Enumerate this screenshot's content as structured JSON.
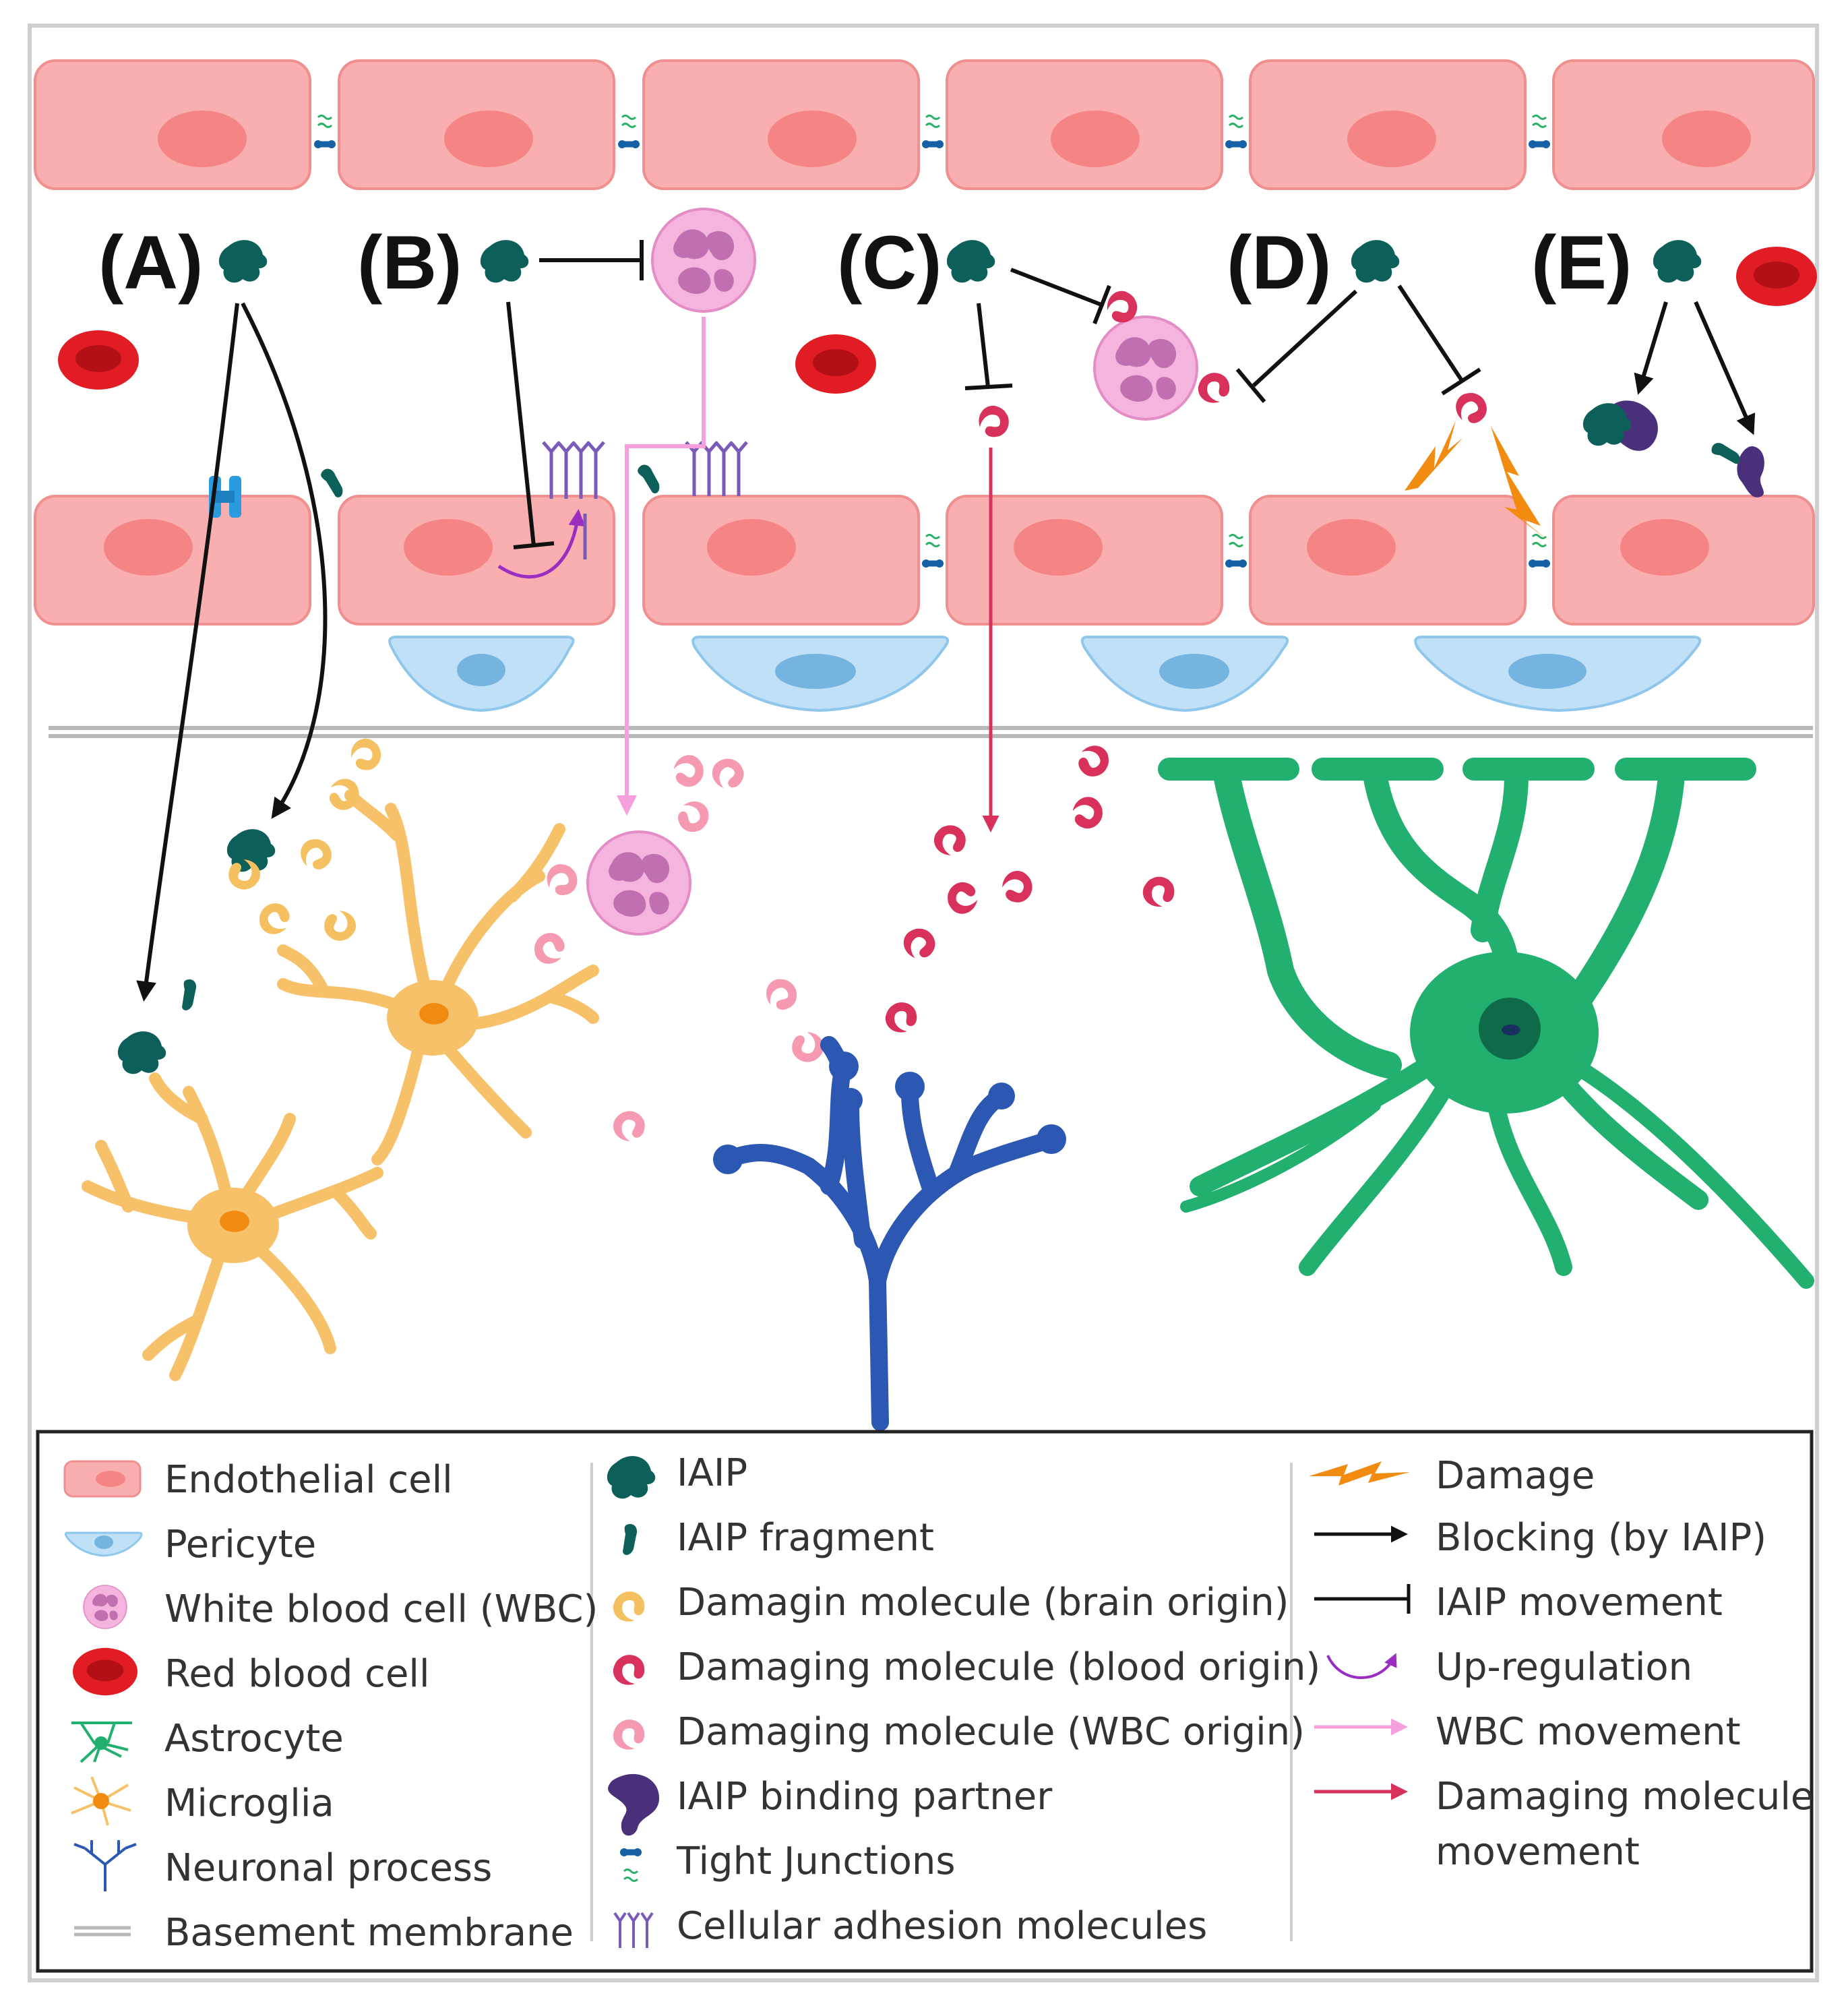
{
  "panels": [
    "(A)",
    "(B)",
    "(C)",
    "(D)",
    "(E)"
  ],
  "legend": {
    "col1": [
      "Endothelial cell",
      "Pericyte",
      "White blood cell (WBC)",
      "Red blood cell",
      "Astrocyte",
      "Microglia",
      "Neuronal process",
      "Basement membrane"
    ],
    "col2": [
      "IAIP",
      "IAIP fragment",
      "Damagin molecule (brain origin)",
      "Damaging molecule (blood origin)",
      "Damaging molecule (WBC origin)",
      "IAIP binding partner",
      "Tight Junctions",
      "Cellular adhesion molecules"
    ],
    "col3": [
      "Damage",
      "Blocking (by IAIP)",
      "IAIP movement",
      "Up-regulation",
      "WBC movement",
      "Damaging molecule",
      "movement"
    ]
  },
  "colors": {
    "endothelial": "#f9afaf",
    "endothelial_nucleus": "#f58585",
    "pericyte": "#bfe0f6",
    "pericyte_nucleus": "#74b4df",
    "wbc": "#f4b4de",
    "wbc_nucleus": "#c070b0",
    "rbc": "#e21c24",
    "iaip": "#0d5f5a",
    "microglia": "#f7c16a",
    "astrocyte": "#22b070",
    "neuron": "#2c58b4",
    "damage": "#f28c10",
    "blood_molecule": "#d8315b",
    "wbc_molecule": "#f59ab0",
    "brain_molecule": "#f5c060",
    "binding_partner": "#4a2f7a",
    "basement_membrane": "#b8b8b8"
  },
  "icons": [
    "iaip-icon",
    "iaip-fragment-icon",
    "brain-molecule-icon",
    "blood-molecule-icon",
    "wbc-molecule-icon",
    "binding-partner-icon",
    "tight-junction-icon",
    "adhesion-molecule-icon",
    "damage-icon",
    "blocking-arrow-icon",
    "movement-inhibitor-icon",
    "upregulation-icon",
    "wbc-movement-icon",
    "damaging-movement-icon"
  ]
}
